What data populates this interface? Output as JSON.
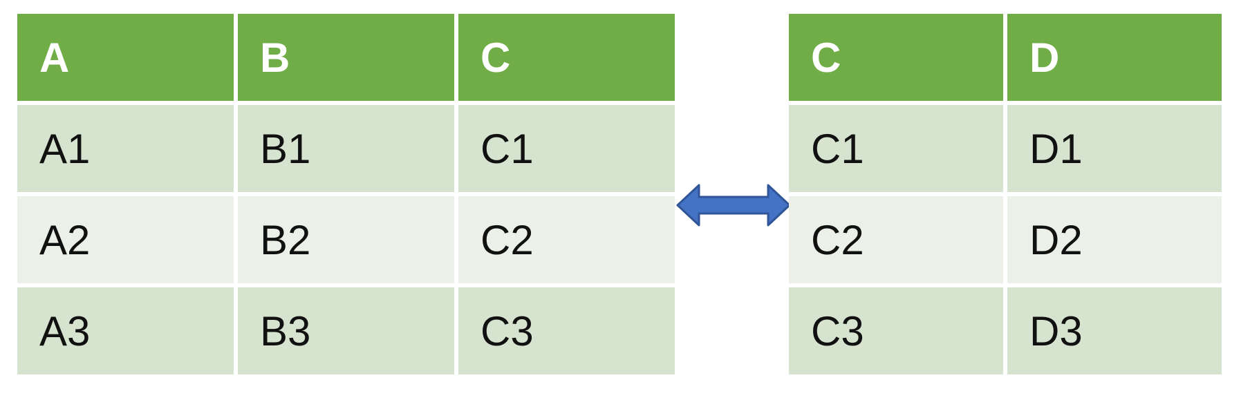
{
  "colors": {
    "header_bg": "#70AD47",
    "row_odd_bg": "#D5E3CF",
    "row_even_bg": "#EBF1E8",
    "arrow": "#4472C4",
    "arrow_outline": "#2F5597"
  },
  "left_table": {
    "headers": [
      "A",
      "B",
      "C"
    ],
    "rows": [
      [
        "A1",
        "B1",
        "C1"
      ],
      [
        "A2",
        "B2",
        "C2"
      ],
      [
        "A3",
        "B3",
        "C3"
      ]
    ]
  },
  "right_table": {
    "headers": [
      "C",
      "D"
    ],
    "rows": [
      [
        "C1",
        "D1"
      ],
      [
        "C2",
        "D2"
      ],
      [
        "C3",
        "D3"
      ]
    ]
  },
  "connector": {
    "icon": "double-headed-arrow-icon"
  }
}
